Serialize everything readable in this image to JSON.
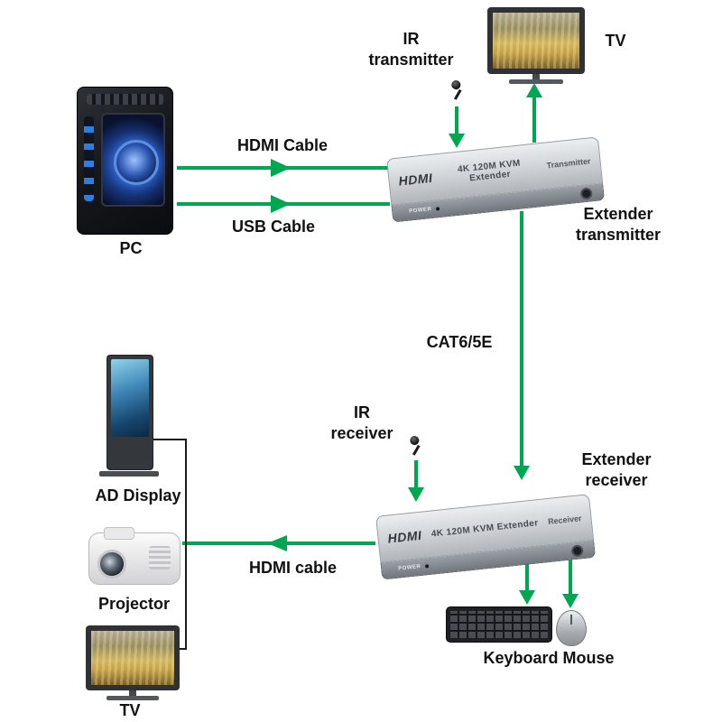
{
  "colors": {
    "arrow_green": "#00A651",
    "line_black": "#1a1a1a",
    "text": "#111111"
  },
  "labels": {
    "pc": "PC",
    "hdmi_cable_top": "HDMI Cable",
    "usb_cable": "USB Cable",
    "ir_transmitter": {
      "line1": "IR",
      "line2": "transmitter"
    },
    "tv_top": "TV",
    "extender_transmitter": {
      "line1": "Extender",
      "line2": "transmitter"
    },
    "cat_cable": "CAT6/5E",
    "ir_receiver": {
      "line1": "IR",
      "line2": "receiver"
    },
    "extender_receiver": {
      "line1": "Extender",
      "line2": "receiver"
    },
    "ad_display": "AD Display",
    "projector": "Projector",
    "hdmi_cable_bottom": "HDMI cable",
    "tv_bottom": "TV",
    "keyboard_mouse": "Keyboard Mouse"
  },
  "devices": {
    "transmitter_box": {
      "brand": "HDMI",
      "model": "4K 120M KVM Extender",
      "role": "Transmitter",
      "power_label": "POWER"
    },
    "receiver_box": {
      "brand": "HDMI",
      "model": "4K 120M KVM Extender",
      "role": "Receiver",
      "power_label": "POWER"
    }
  }
}
